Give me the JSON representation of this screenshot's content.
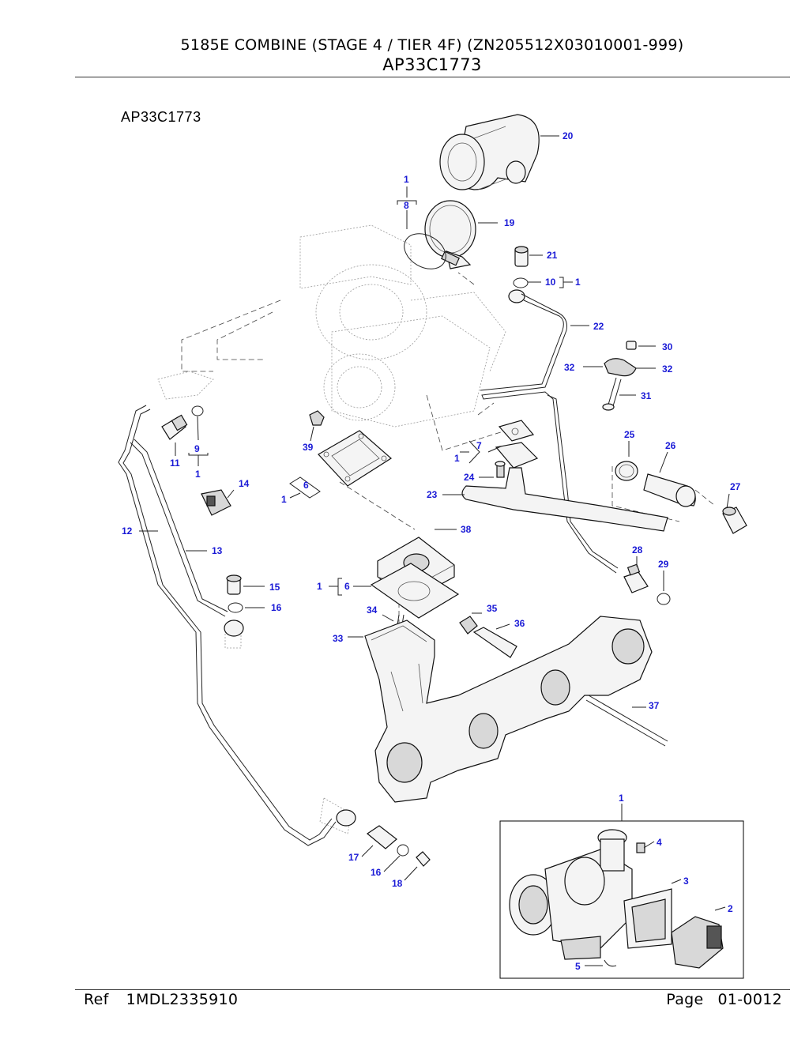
{
  "header": {
    "title": "5185E COMBINE (STAGE 4 / TIER 4F) (ZN205512X03010001-999)",
    "subtitle": "AP33C1773"
  },
  "figure": {
    "label": "AP33C1773"
  },
  "callouts": {
    "c20": "20",
    "c1_top": "1",
    "c8": "8",
    "c19": "19",
    "c21": "21",
    "c10": "10",
    "c1_10": "1",
    "c22": "22",
    "c30": "30",
    "c32a": "32",
    "c32b": "32",
    "c31": "31",
    "c9": "9",
    "c11": "11",
    "c1_9": "1",
    "c39": "39",
    "c7": "7",
    "c1_7": "1",
    "c25": "25",
    "c26": "26",
    "c14": "14",
    "c6a": "6",
    "c1_6a": "1",
    "c24": "24",
    "c23": "23",
    "c27": "27",
    "c12": "12",
    "c38": "38",
    "c13": "13",
    "c28": "28",
    "c29": "29",
    "c15": "15",
    "c1_6b": "1",
    "c6b": "6",
    "c16a": "16",
    "c34": "34",
    "c35": "35",
    "c36": "36",
    "c33": "33",
    "c37": "37",
    "c17": "17",
    "c16b": "16",
    "c18": "18",
    "c1_inset": "1",
    "c4": "4",
    "c3": "3",
    "c2": "2",
    "c5": "5"
  },
  "footer": {
    "ref_label": "Ref",
    "ref_value": "1MDL2335910",
    "page_label": "Page",
    "page_value": "01-0012"
  }
}
